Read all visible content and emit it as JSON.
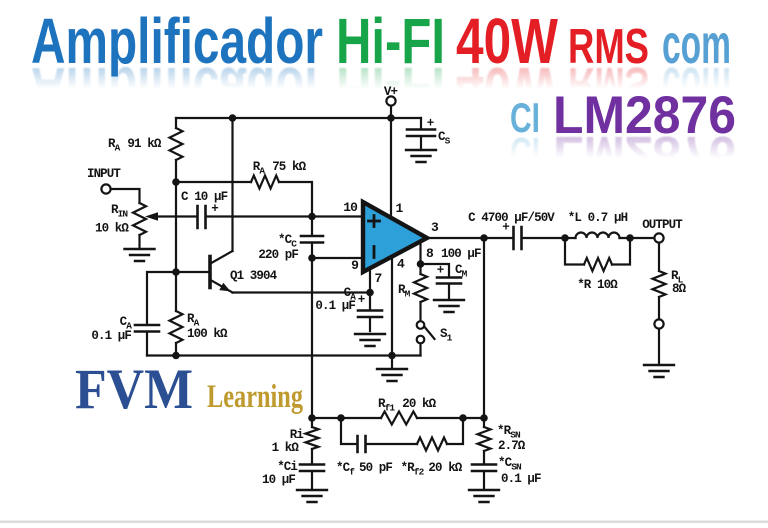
{
  "page": {
    "background": "#ffffff"
  },
  "title": {
    "line1": {
      "amplificador": {
        "text": "Amplificador",
        "color": "#1e73be"
      },
      "hifi": {
        "text": "Hi-FI",
        "color": "#18a449"
      },
      "w40": {
        "text": "40W",
        "color": "#e31e24"
      },
      "rms": {
        "text": "RMS",
        "color": "#e31e24"
      },
      "com": {
        "text": "com",
        "color": "#56a0d3"
      }
    },
    "line2": {
      "ci": {
        "text": "CI",
        "color": "#68b1da"
      },
      "chip": {
        "text": "LM2876",
        "color": "#7030a0"
      }
    }
  },
  "logo": {
    "fvm": {
      "text": "FVM",
      "color": "#2b4f92"
    },
    "learning": {
      "text": "Learning",
      "color": "#bf9a2e"
    }
  },
  "schematic": {
    "ink": "#141414",
    "opamp_fill": "#2d9fd9",
    "labels": {
      "vplus": "V+",
      "input": "INPUT",
      "output": "OUTPUT",
      "plus": "+",
      "ra91": {
        "name": "R",
        "sub": "A",
        "value": "91 kΩ"
      },
      "rin": {
        "name": "R",
        "sub": "IN",
        "value": "10 kΩ"
      },
      "c10": "C 10 µF",
      "ra75": {
        "name": "R",
        "sub": "A",
        "value": "75 kΩ"
      },
      "ra100": {
        "name": "R",
        "sub": "A",
        "value": "100 kΩ"
      },
      "cc": {
        "name": "*C",
        "sub": "C",
        "value": "220 pF"
      },
      "q1": "Q1 3904",
      "ca_left": {
        "name": "C",
        "sub": "A",
        "value": "0.1 µF"
      },
      "ca_right": {
        "name": "C",
        "sub": "A",
        "value": "0.1 µF"
      },
      "cs": {
        "name": "C",
        "sub": "S"
      },
      "cm": {
        "name": "C",
        "sub": "M",
        "value": "100 µF"
      },
      "rm": {
        "name": "R",
        "sub": "M"
      },
      "s1": {
        "name": "S",
        "sub": "1"
      },
      "c4700": "C 4700 µF/50V",
      "l": "*L 0.7 µH",
      "r10": "*R 10Ω",
      "rl": {
        "name": "R",
        "sub": "L",
        "value": "8Ω"
      },
      "rf1": {
        "name": "R",
        "sub": "f1",
        "value": "20 kΩ"
      },
      "rf2": {
        "name": "*R",
        "sub": "f2",
        "value": "20 kΩ"
      },
      "cf": {
        "name": "*C",
        "sub": "f",
        "value": "50 pF"
      },
      "ri": {
        "name": "Ri",
        "value": "1 kΩ"
      },
      "ci": {
        "name": "*Ci",
        "value": "10 µF"
      },
      "rsn": {
        "name": "*R",
        "sub": "SN",
        "value": "2.7Ω"
      },
      "csn": {
        "name": "*C",
        "sub": "SN",
        "value": "0.1 µF"
      },
      "pins": {
        "p1": "1",
        "p3": "3",
        "p4": "4",
        "p7": "7",
        "p8": "8",
        "p9": "9",
        "p10": "10"
      }
    }
  },
  "footer": {
    "divider_color": "#d9d9d9"
  }
}
